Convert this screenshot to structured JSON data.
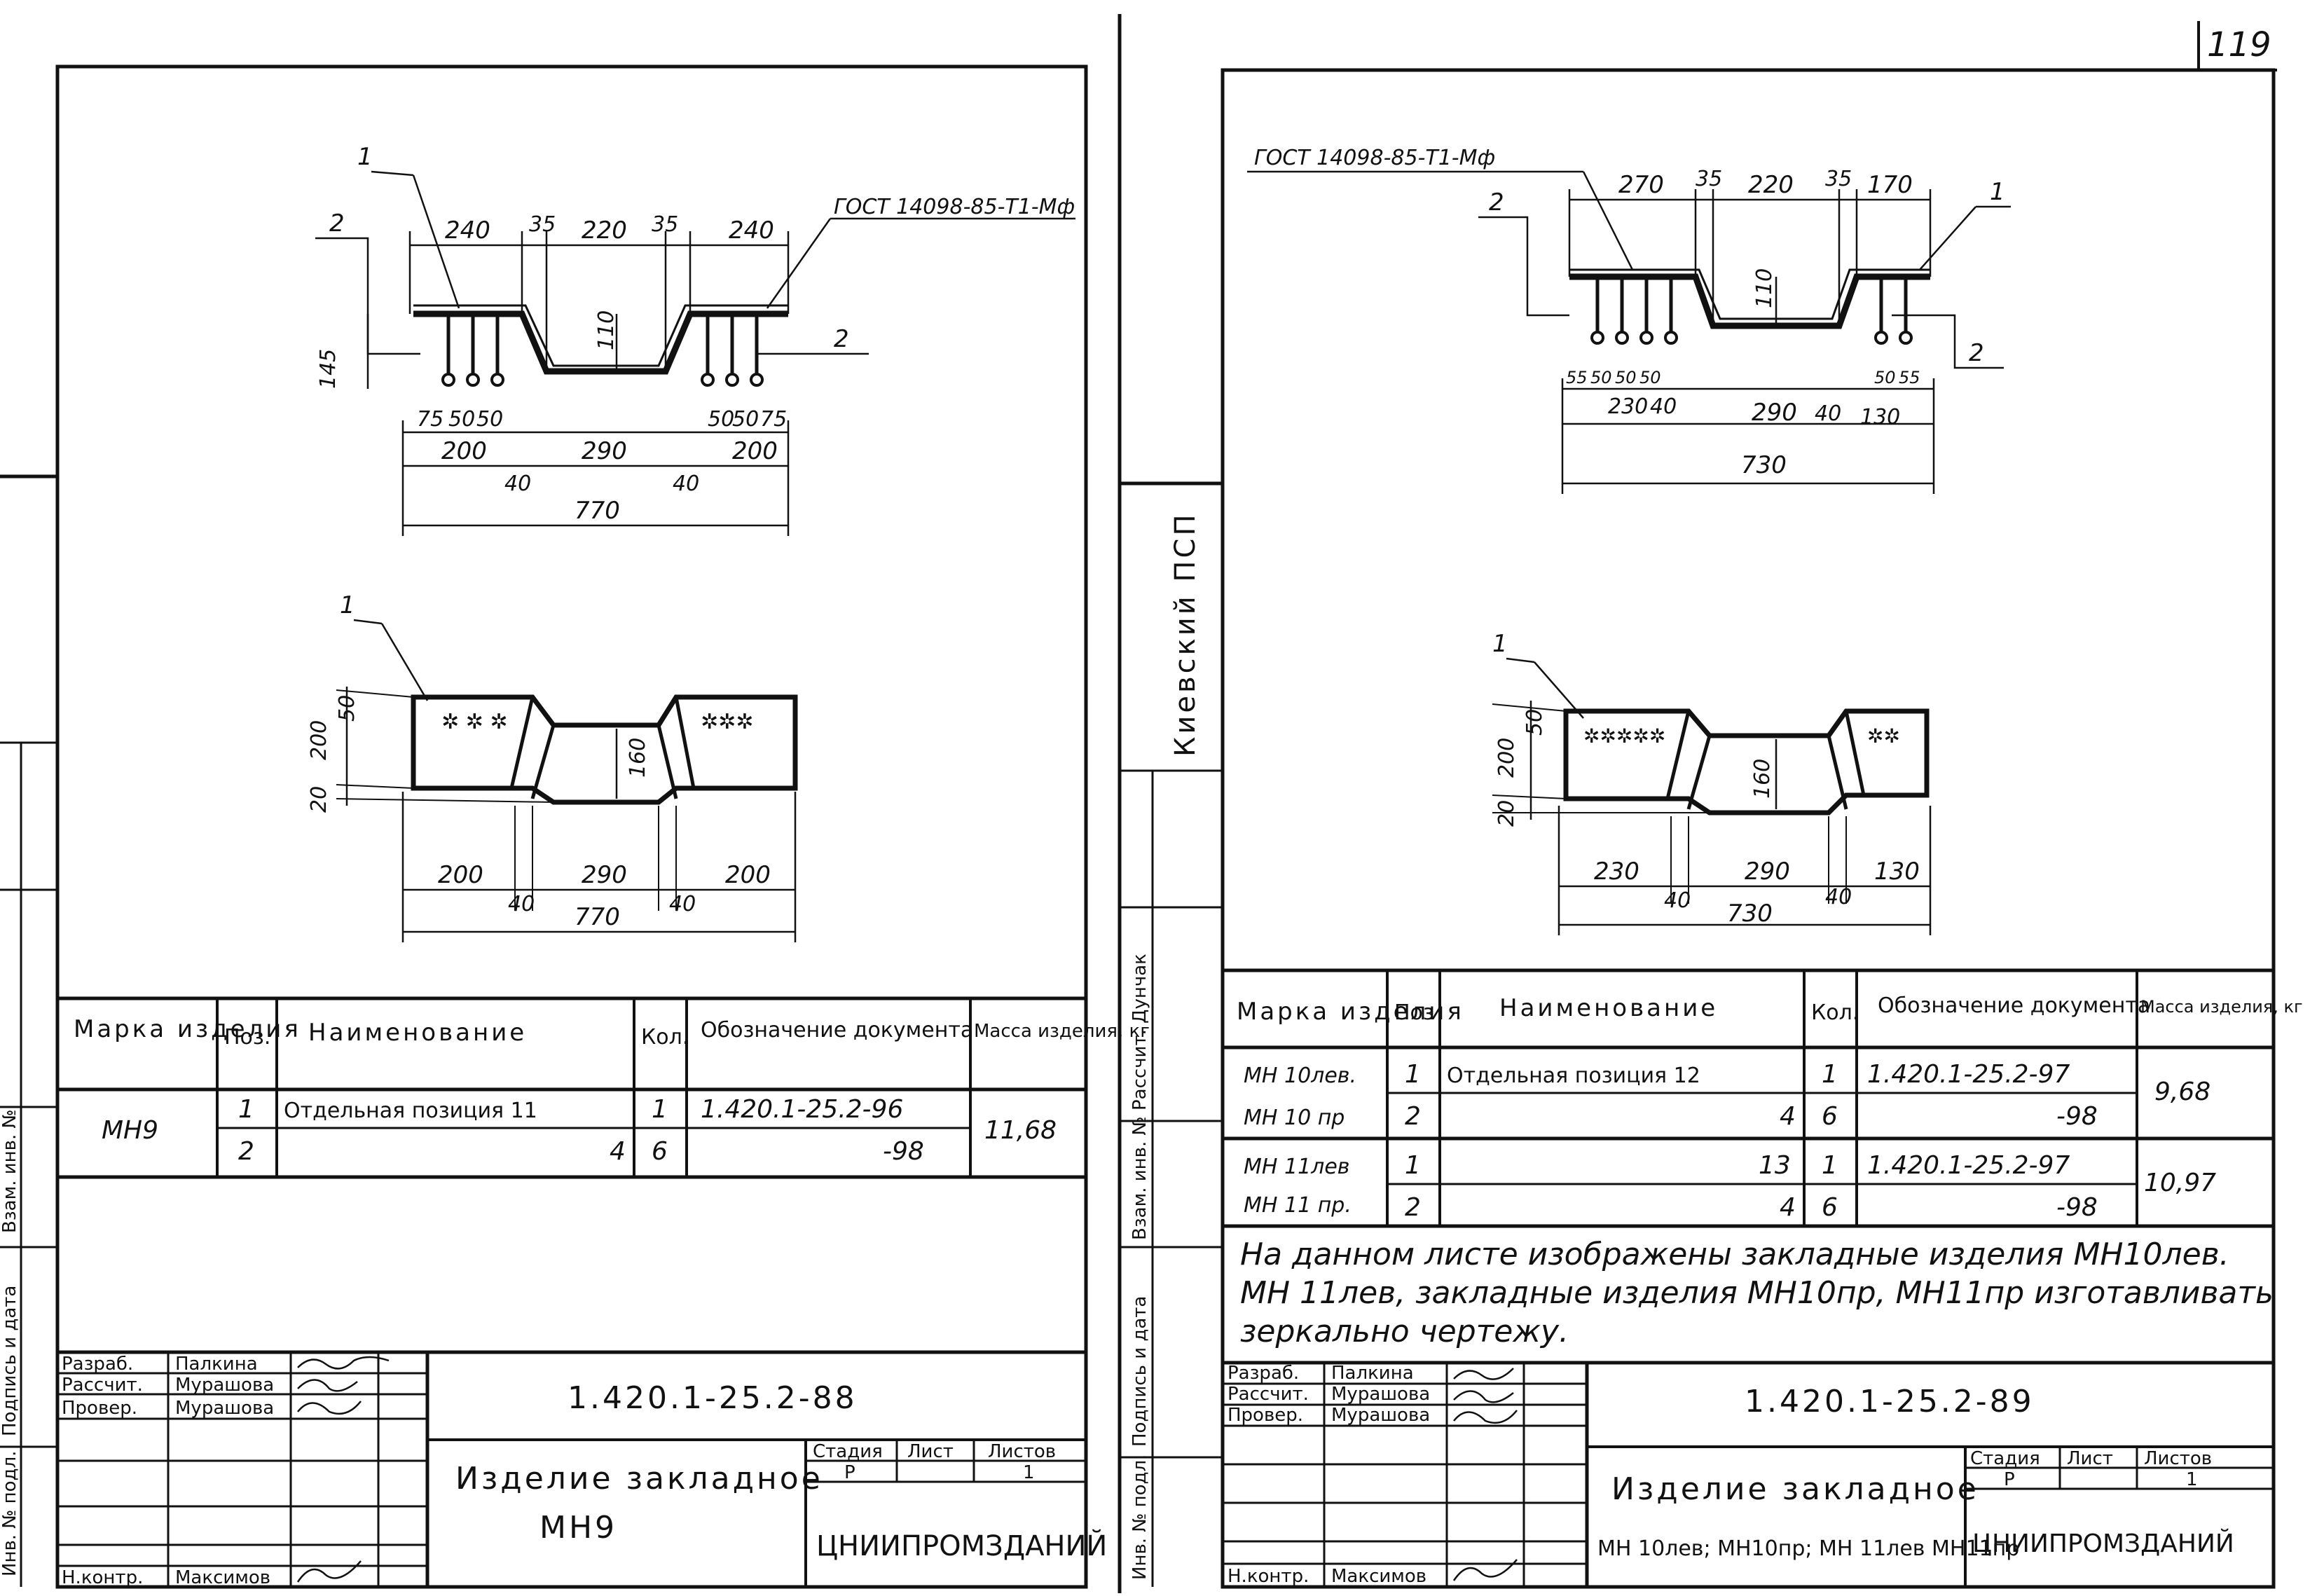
{
  "page_number": "119",
  "left": {
    "gost_label": "ГОСТ 14098-85-Т1-Мф",
    "top_view": {
      "callouts": [
        "1",
        "2",
        "2"
      ],
      "dims_top": [
        "240",
        "35",
        "220",
        "35",
        "240"
      ],
      "dim_height": "145",
      "dim_depth": "110",
      "dims_anchors_left": [
        "75",
        "50",
        "50"
      ],
      "dims_anchors_right": [
        "50",
        "50",
        "75"
      ],
      "dims_mid": [
        "200",
        "290",
        "200"
      ],
      "dims_gaps": [
        "40",
        "40"
      ],
      "dim_total": "770"
    },
    "plan_view": {
      "callout": "1",
      "dim_50": "50",
      "dim_200": "200",
      "dim_20": "20",
      "dim_160": "160",
      "dims_bottom": [
        "200",
        "290",
        "200"
      ],
      "dims_gaps": [
        "40",
        "40"
      ],
      "dim_total": "770"
    },
    "table": {
      "headers": [
        "Марка изделия",
        "Поз.",
        "Наименование",
        "Кол.",
        "Обозначение документа",
        "Масса изделия, кг"
      ],
      "mark": "МН9",
      "rows": [
        {
          "pos": "1",
          "name": "Отдельная позиция 11",
          "qty": "1",
          "doc": "1.420.1-25.2-96"
        },
        {
          "pos": "2",
          "name": "4",
          "qty": "6",
          "doc": "-98"
        }
      ],
      "mass": "11,68"
    },
    "stamp": {
      "roles": [
        "Разраб.",
        "Рассчит.",
        "Провер.",
        "Н.контр."
      ],
      "names": [
        "Палкина",
        "Мурашова",
        "Мурашова",
        "Максимов"
      ],
      "code": "1.420.1-25.2-88",
      "title_line1": "Изделие закладное",
      "title_line2": "МН9",
      "stage_labels": [
        "Стадия",
        "Лист",
        "Листов"
      ],
      "stage_values": [
        "Р",
        "",
        "1"
      ],
      "org": "ЦНИИПРОМЗДАНИЙ"
    },
    "side_labels": [
      "Инв. № подл.",
      "Подпись и дата",
      "Взам. инв. №"
    ]
  },
  "right": {
    "gost_label": "ГОСТ 14098-85-Т1-Мф",
    "top_view": {
      "callouts": [
        "2",
        "1",
        "2"
      ],
      "dims_top": [
        "270",
        "35",
        "220",
        "35",
        "170"
      ],
      "dim_depth": "110",
      "dims_anchors_left": [
        "55",
        "50",
        "50",
        "50"
      ],
      "dims_anchors_right": [
        "50",
        "55"
      ],
      "dims_mid": [
        "230",
        "40",
        "290",
        "40",
        "130"
      ],
      "dim_total": "730"
    },
    "plan_view": {
      "callout": "1",
      "dim_50": "50",
      "dim_200": "200",
      "dim_20": "20",
      "dim_160": "160",
      "dims_bottom": [
        "230",
        "290",
        "130"
      ],
      "dims_gaps": [
        "40",
        "40"
      ],
      "dim_total": "730"
    },
    "table": {
      "headers": [
        "Марка изделия",
        "Поз",
        "Наименование",
        "Кол.",
        "Обозначение документа",
        "Масса изделия, кг"
      ],
      "groups": [
        {
          "marks": [
            "МН 10лев.",
            "МН 10 пр"
          ],
          "rows": [
            {
              "pos": "1",
              "name": "Отдельная позиция 12",
              "qty": "1",
              "doc": "1.420.1-25.2-97"
            },
            {
              "pos": "2",
              "name": "4",
              "qty": "6",
              "doc": "-98"
            }
          ],
          "mass": "9,68"
        },
        {
          "marks": [
            "МН 11лев",
            "МН 11 пр."
          ],
          "rows": [
            {
              "pos": "1",
              "name": "13",
              "qty": "1",
              "doc": "1.420.1-25.2-97"
            },
            {
              "pos": "2",
              "name": "4",
              "qty": "6",
              "doc": "-98"
            }
          ],
          "mass": "10,97"
        }
      ]
    },
    "note_lines": [
      "На данном листе изображены закладные изделия МН10лев.",
      "МН 11лев, закладные изделия МН10пр, МН11пр изготавливать",
      "зеркально чертежу."
    ],
    "stamp": {
      "roles": [
        "Разраб.",
        "Рассчит.",
        "Провер.",
        "Н.контр."
      ],
      "names": [
        "Палкина",
        "Мурашова",
        "Мурашова",
        "Максимов"
      ],
      "code": "1.420.1-25.2-89",
      "title_line1": "Изделие закладное",
      "title_line2": "МН 10лев; МН10пр; МН 11лев МН11пр",
      "stage_labels": [
        "Стадия",
        "Лист",
        "Листов"
      ],
      "stage_values": [
        "Р",
        "",
        "1"
      ],
      "org": "ЦНИИПРОМЗДАНИЙ"
    },
    "side_labels": [
      "Киевский ПСП",
      "Рассчит. Дунчак",
      "Взам. инв. №",
      "Подпись и дата",
      "Инв. № подл."
    ]
  }
}
